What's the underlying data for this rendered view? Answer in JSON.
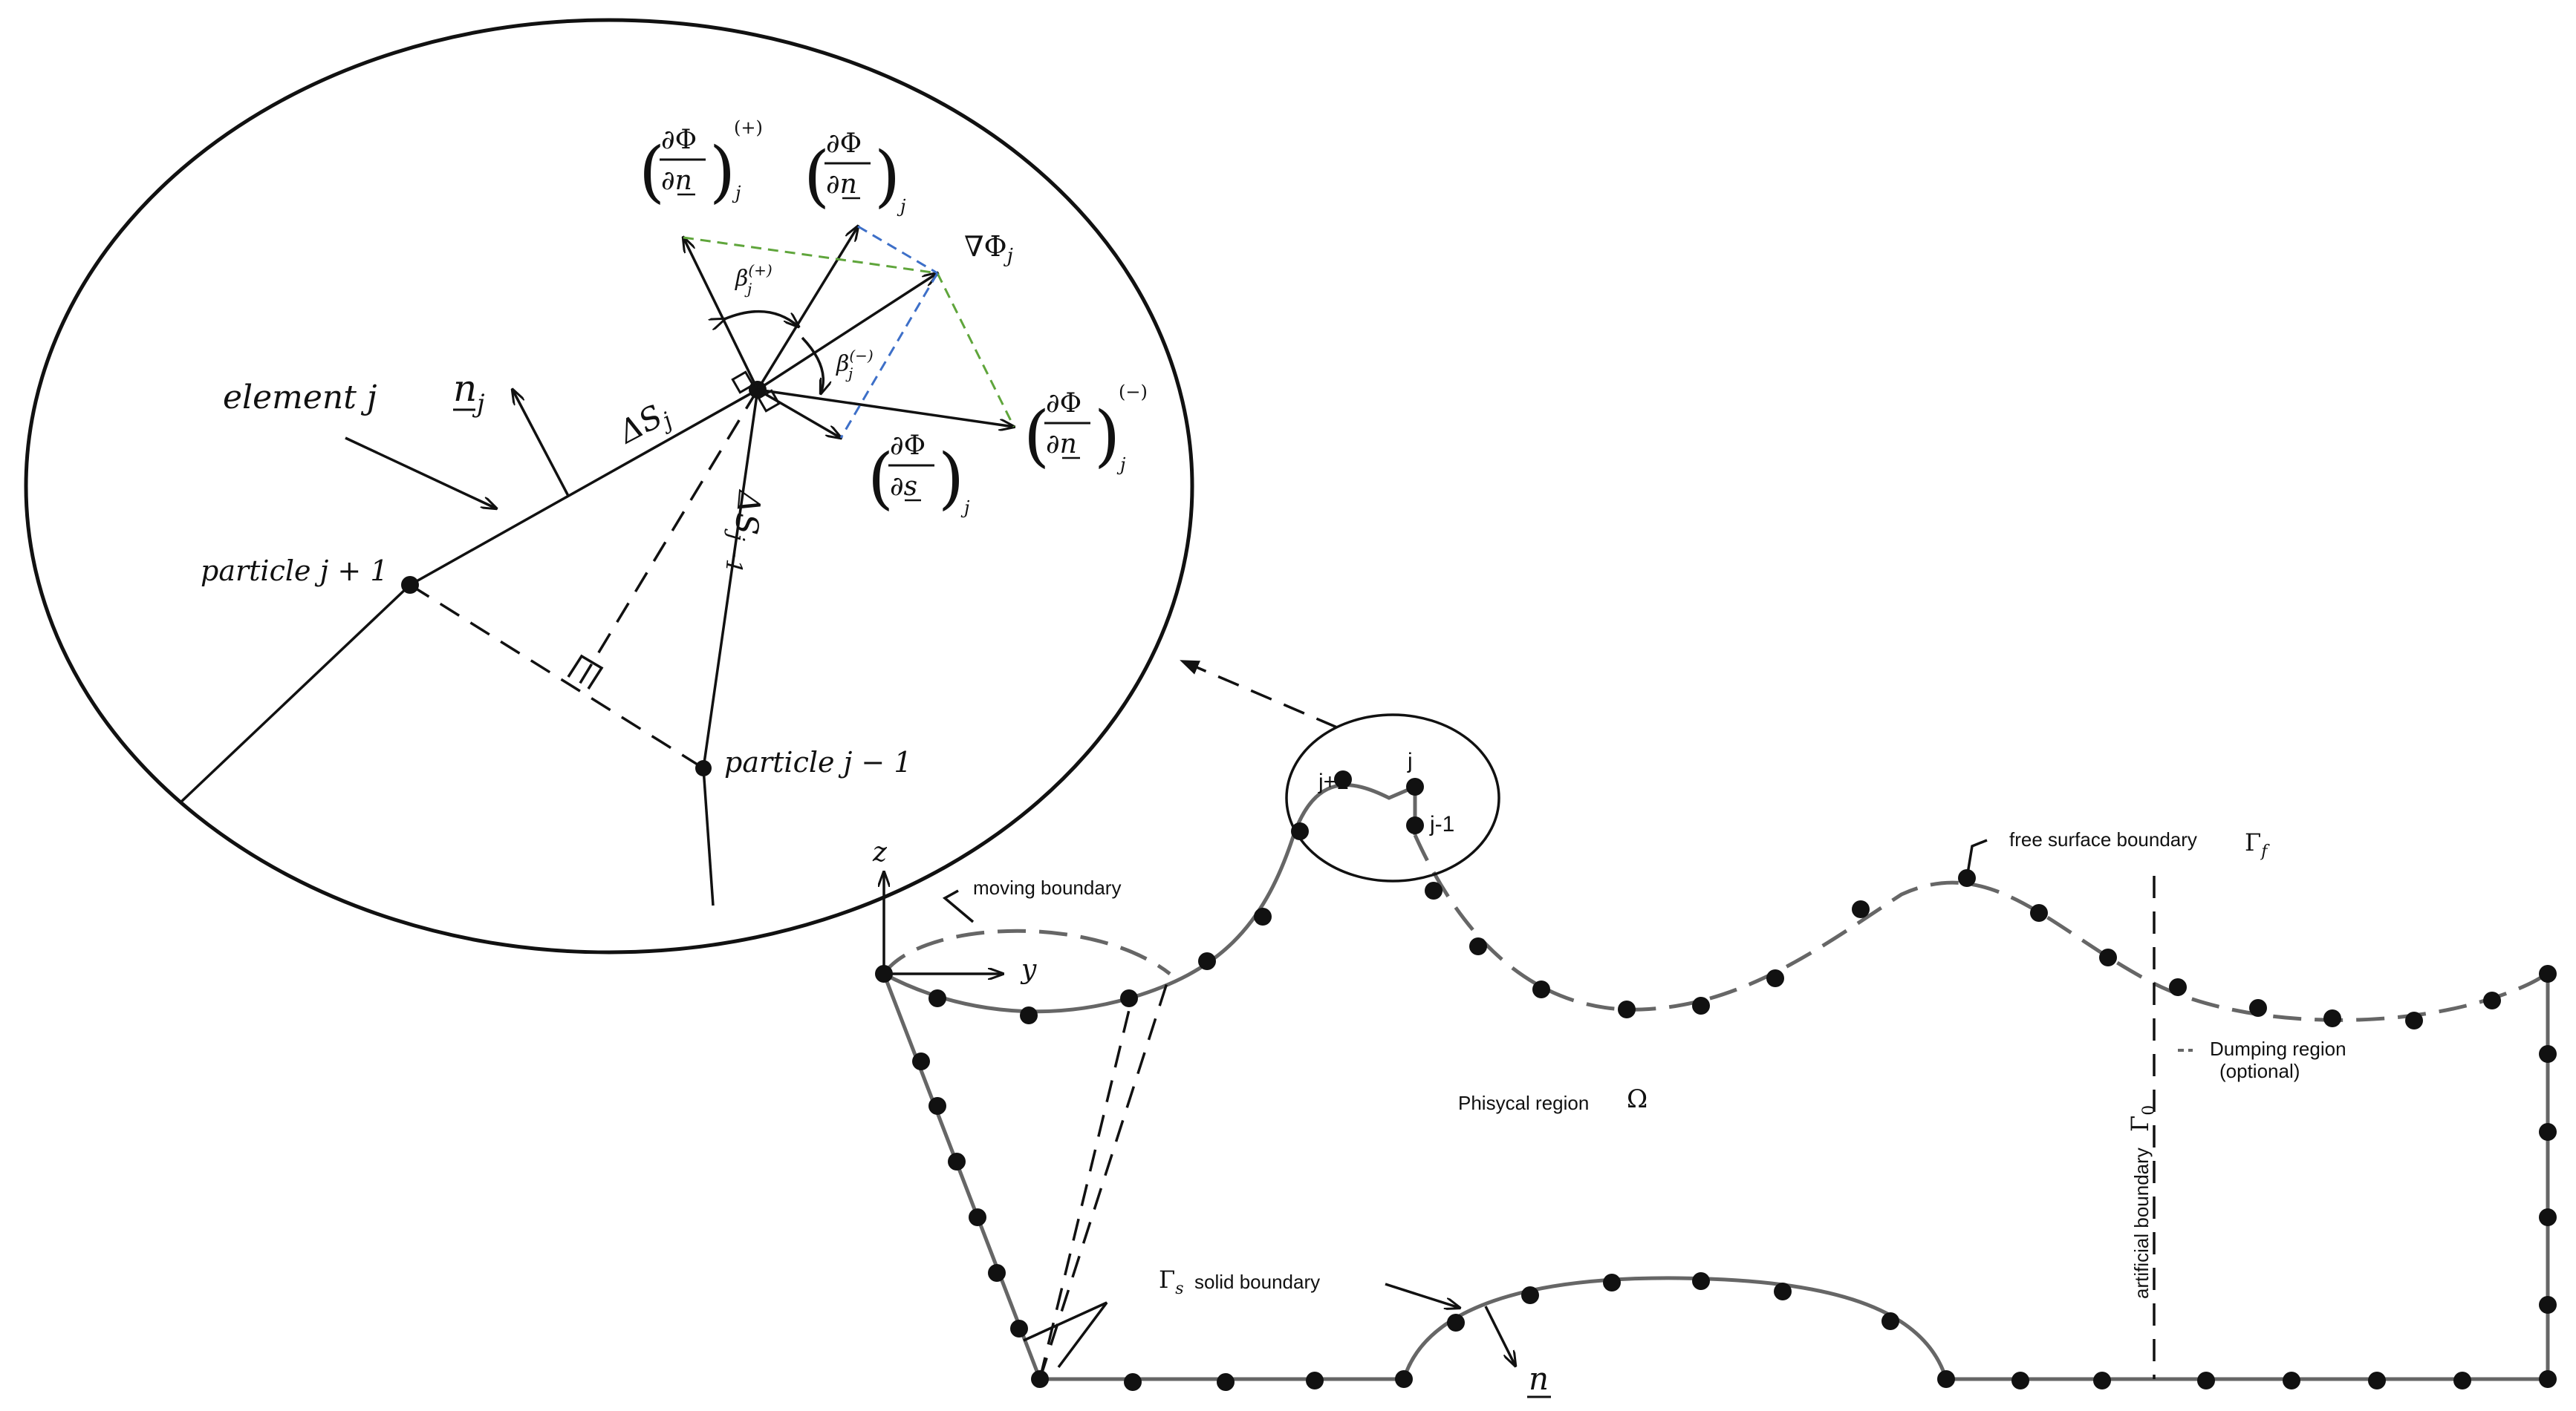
{
  "zoom": {
    "element_label": "element j",
    "normal_label": "n",
    "normal_subscript": "j",
    "delta_s_label": "ΔS",
    "delta_s_sub": "j",
    "delta_s_prev_label": "ΔS",
    "delta_s_prev_sub": "j−1",
    "particle_next": "particle j + 1",
    "particle_prev": "particle j − 1",
    "grad_label": "∇Φ",
    "grad_sub": "j",
    "beta_plus": "β",
    "beta_plus_sup": "(+)",
    "beta_plus_sub": "j",
    "beta_minus": "β",
    "beta_minus_sup": "(−)",
    "beta_minus_sub": "j",
    "dphi_dn_plus_num": "∂Φ",
    "dphi_dn_plus_den": "∂n",
    "dphi_dn_plus_sup": "(+)",
    "dphi_dn_plus_sub": "j",
    "dphi_dn_num": "∂Φ",
    "dphi_dn_den": "∂n",
    "dphi_dn_sub": "j",
    "dphi_dn_minus_num": "∂Φ",
    "dphi_dn_minus_den": "∂n",
    "dphi_dn_minus_sup": "(−)",
    "dphi_dn_minus_sub": "j",
    "dphi_ds_num": "∂Φ",
    "dphi_ds_den": "∂s",
    "dphi_ds_sub": "j"
  },
  "domain": {
    "axis_z": "z",
    "axis_y": "y",
    "moving_boundary": "moving boundary",
    "free_surface": "free surface boundary",
    "gamma_f": "Γ",
    "gamma_f_sub": "f",
    "dumping_region": "Dumping region",
    "dumping_optional": "(optional)",
    "physical_region": "Phisycal region",
    "omega": "Ω",
    "artificial_boundary": "artificial boundary",
    "gamma_0": "Γ",
    "gamma_0_sub": "0",
    "gamma_s": "Γ",
    "gamma_s_sub": "s",
    "solid_boundary": "solid boundary",
    "normal_n": "n",
    "node_j_plus": "j+1",
    "node_j": "j",
    "node_j_minus": "j-1"
  }
}
